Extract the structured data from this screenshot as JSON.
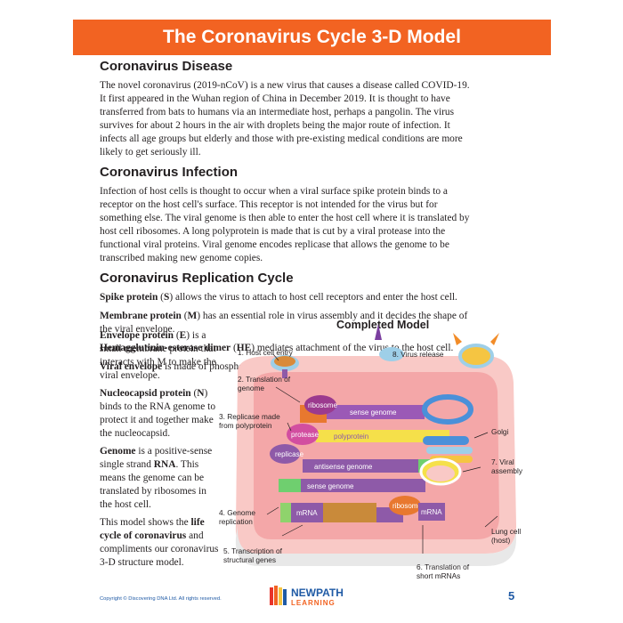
{
  "title": "The Coronavirus Cycle 3-D Model",
  "sections": {
    "disease": {
      "heading": "Coronavirus Disease",
      "text": "The novel coronavirus (2019-nCoV) is a new virus that causes a disease called COVID-19. It first appeared in the Wuhan region of China in December 2019. It is thought to have transferred from bats to humans via an intermediate host, perhaps a pangolin. The virus survives for about 2 hours in the air with droplets being the major route of infection. It infects all age groups but elderly and those with pre-existing medical conditions are more likely to get seriously ill."
    },
    "infection": {
      "heading": "Coronavirus Infection",
      "text": "Infection of host cells is thought to occur when a viral surface spike protein binds to a receptor on the host cell's surface. This receptor is not intended for the virus but for something else. The viral genome is then able to enter the host cell where it is translated by host cell ribosomes. A long polyprotein is made that is cut by a viral protease into the functional viral proteins. Viral genome encodes replicase that allows the genome to be transcribed making new genome copies."
    },
    "replication": {
      "heading": "Coronavirus Replication Cycle",
      "items": [
        {
          "term": "Spike protein",
          "pre": " (",
          "abbr": "S",
          "post": ") allows the virus to attach to host cell receptors and enter the host cell."
        },
        {
          "term": "Membrane protein",
          "pre": " (",
          "abbr": "M",
          "post": ") has an essential role in virus assembly and it decides the shape of the viral envelope."
        },
        {
          "term": "Hemagglutinin-esterase dimer",
          "pre": " (",
          "abbr": "HE",
          "post": ") mediates attachment of the virus to the host cell."
        },
        {
          "term": "Viral envelope",
          "pre": "",
          "abbr": "",
          "post": " is made of phospholipids."
        }
      ]
    }
  },
  "left_column": {
    "envelope": {
      "term": "Envelope protein",
      "pre": " (",
      "abbr": "E",
      "post": ") is a small membrane protein that interacts with M to make the viral envelope."
    },
    "nucleocapsid": {
      "term": "Nucleocapsid protein",
      "pre": " (",
      "abbr": "N",
      "post": ") binds to the RNA genome to protect it and together make the nucleocapsid."
    },
    "genome": {
      "term": "Genome",
      "mid": " is a positive-sense single strand ",
      "rna": "RNA",
      "post": ". This means the genome can be translated by ribosomes in the host cell."
    },
    "model_note": {
      "pre": "This model shows the ",
      "bold": "life cycle of coronavirus",
      "post": " and compliments our coronavirus 3-D structure model."
    }
  },
  "model": {
    "title": "Completed Model",
    "labels": {
      "l1": "1. Host cell entry",
      "l2": "2. Translation of genome",
      "l3": "3. Replicase made from polyprotein",
      "l4": "4. Genome replication",
      "l5": "5. Transcription of structural genes",
      "l6": "6. Translation of short mRNAs",
      "l7": "7. Viral assembly",
      "l8": "8. Virus release",
      "golgi": "Golgi",
      "lung": "Lung cell (host)"
    },
    "strips": {
      "ribosome": "ribosome",
      "sense1": "sense genome",
      "protease": "protease",
      "polyprotein": "polyprotein",
      "replicase": "replicase",
      "antisense": "antisense genome",
      "sense2": "sense genome",
      "mrna1": "mRNA",
      "ribosome2": "ribosome",
      "mrna2": "mRNA"
    }
  },
  "footer": {
    "copyright": "Copyright © Discovering DNA Ltd. All rights reserved.",
    "logo_line1": "NEWPATH",
    "logo_line2": "LEARNING",
    "page": "5"
  },
  "colors": {
    "banner": "#f26322",
    "brand_blue": "#1f5aa5",
    "cell_pink": "#f4a7a8",
    "strip_purple": "#8e5aa8"
  }
}
